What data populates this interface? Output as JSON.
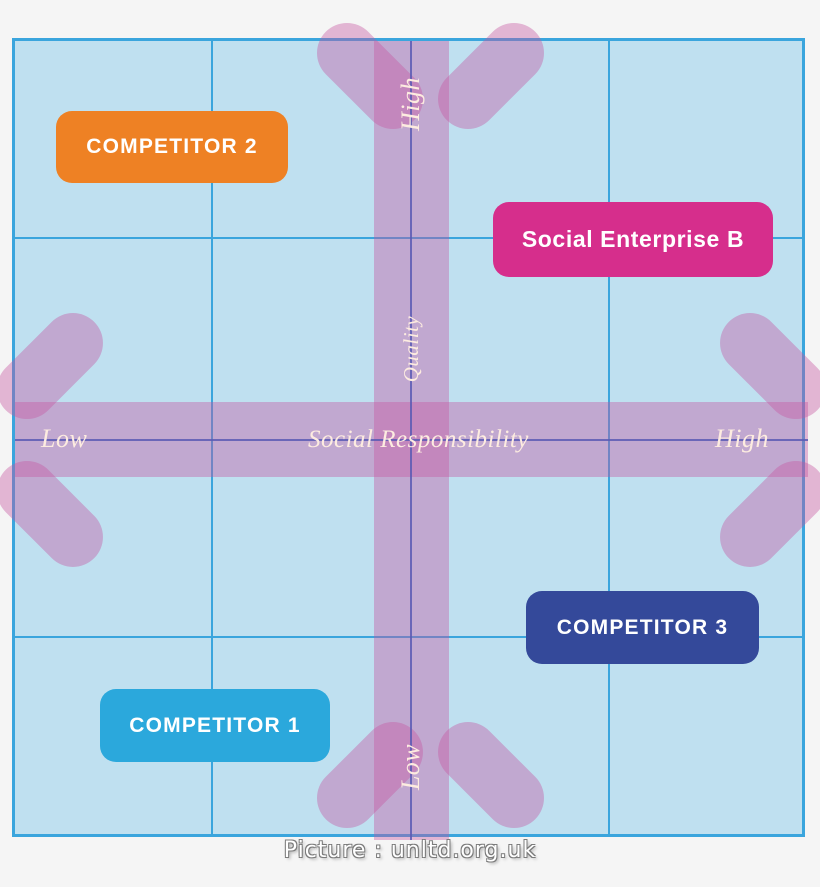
{
  "caption": "Picture : unltd.org.uk",
  "chart_data": {
    "type": "scatter",
    "title": "",
    "xlabel": "Social Responsibility",
    "ylabel": "Quality",
    "x_axis": {
      "label": "Social Responsibility",
      "low_label": "Low",
      "high_label": "High"
    },
    "y_axis": {
      "label": "Quality",
      "low_label": "Low",
      "high_label": "High"
    },
    "grid": true,
    "xlim": [
      0,
      1
    ],
    "ylim": [
      0,
      1
    ],
    "points": [
      {
        "name": "COMPETITOR 2",
        "x": 0.2,
        "y": 0.87,
        "quadrant": "low-social-responsibility / high-quality",
        "color": "#ee8124"
      },
      {
        "name": "Social Enterprise B",
        "x": 0.78,
        "y": 0.73,
        "quadrant": "high-social-responsibility / high-quality",
        "color": "#d62e8c"
      },
      {
        "name": "COMPETITOR 3",
        "x": 0.79,
        "y": 0.27,
        "quadrant": "high-social-responsibility / low-quality",
        "color": "#34499a"
      },
      {
        "name": "COMPETITOR 1",
        "x": 0.25,
        "y": 0.15,
        "quadrant": "low-social-responsibility / low-quality",
        "color": "#2ba8dc"
      }
    ]
  },
  "axes": {
    "x_label": "Social Responsibility",
    "y_label": "Quality",
    "x_low": "Low",
    "x_high": "High",
    "y_low": "Low",
    "y_high": "High"
  },
  "chips": {
    "competitor_2": "COMPETITOR 2",
    "social_enterprise_b": "Social Enterprise B",
    "competitor_3": "COMPETITOR 3",
    "competitor_1": "COMPETITOR 1"
  },
  "colors": {
    "panel_background": "#bfe0f0",
    "panel_border": "#3aa5dd",
    "grid_line": "#3aa5dd",
    "axis_cross": "#c655a1",
    "axis_rule": "#5a5ab4",
    "axis_label_text": "#fdece0",
    "competitor_2": "#ee8124",
    "social_enterprise_b": "#d62e8c",
    "competitor_3": "#34499a",
    "competitor_1": "#2ba8dc",
    "page_background": "#f5f5f5"
  }
}
